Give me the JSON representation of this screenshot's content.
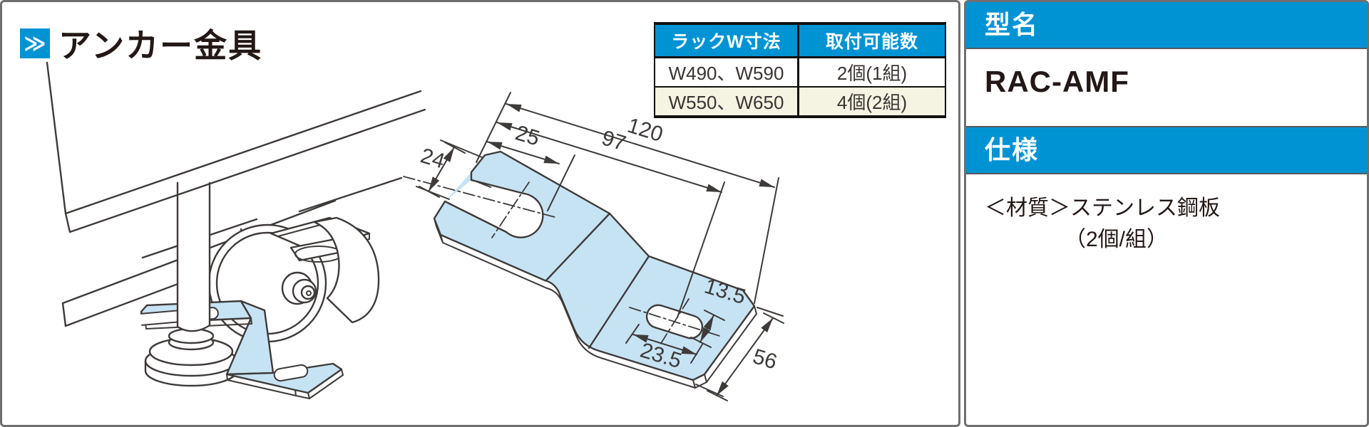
{
  "header": {
    "title": "アンカー金具",
    "icon_glyph": "≫"
  },
  "table": {
    "headers": [
      "ラックW寸法",
      "取付可能数"
    ],
    "rows": [
      [
        "W490、W590",
        "2個(1組)"
      ],
      [
        "W550、W650",
        "4個(2組)"
      ]
    ]
  },
  "side_panel": {
    "model_label": "型名",
    "model_value": "RAC-AMF",
    "spec_label": "仕様",
    "spec_line1": "＜材質＞ステンレス鋼板",
    "spec_line2": "（2個/組）"
  },
  "diagram": {
    "description": "anchor bracket installed on caster leveler foot, and dimensioned isometric drawing",
    "dimensions": {
      "d120": "120",
      "d97": "97",
      "d25": "25",
      "d24": "24",
      "d13_5": "13.5",
      "d23_5": "23.5",
      "d56": "56"
    }
  },
  "colors": {
    "accent_blue": "#0093d4",
    "bracket_fill": "#c6e3f4",
    "line": "#3e3a39",
    "alt_row_cream": "#f5f3e1",
    "panel_border": "#6f6f6f"
  }
}
